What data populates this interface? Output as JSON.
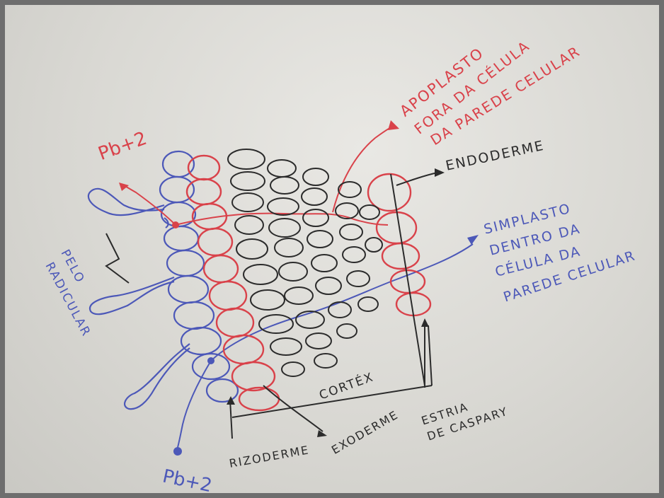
{
  "labels": {
    "apoplasto_1": "APOPLASTO",
    "apoplasto_2": "FORA DA CÉLULA",
    "apoplasto_3": "DA PAREDE CELULAR",
    "endoderme": "ENDODERME",
    "simplasto_1": "SIMPLASTO",
    "simplasto_2": "DENTRO DA",
    "simplasto_3": "CÉLULA DA",
    "simplasto_4": "PAREDE CELULAR",
    "pb_red": "Pb+2",
    "pb_blue": "Pb+2",
    "pelo_1": "PELO",
    "pelo_2": "RADICULAR",
    "cortex": "CORTÉX",
    "estria_1": "ESTRIA",
    "estria_2": "DE CASPARY",
    "rizoderme": "RIZODERME",
    "exoderme": "EXODERME"
  },
  "colors": {
    "red_ink": "#d9424a",
    "blue_ink": "#4c58b8",
    "black_ink": "#2b2b2b",
    "board": "#dedcd8"
  }
}
